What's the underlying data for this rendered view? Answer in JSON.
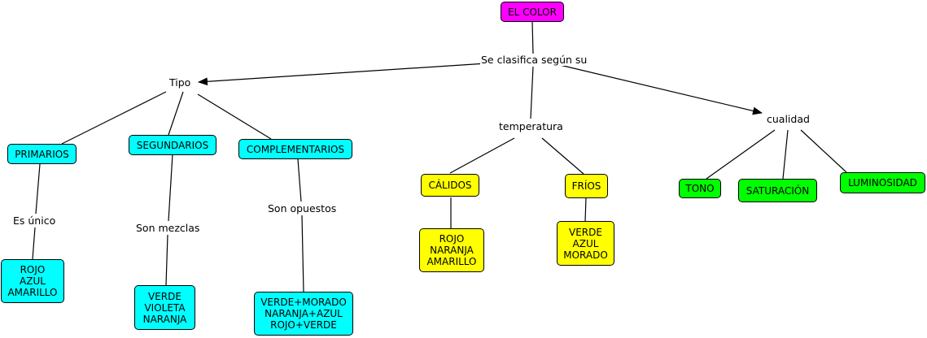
{
  "colors": {
    "root": "#ff00ff",
    "tipo_branch": "#00ffff",
    "temperatura_branch": "#ffff00",
    "cualidad_branch": "#00ff00",
    "lines": "#000000"
  },
  "concept_map": {
    "root": {
      "label": "EL COLOR"
    },
    "linking_phrase_root": "Se clasifica según su",
    "tipo": {
      "label": "Tipo",
      "primarios": {
        "label": "PRIMARIOS",
        "link": "Es único",
        "examples": "ROJO\nAZUL\nAMARILLO"
      },
      "segundarios": {
        "label": "SEGUNDARIOS",
        "link": "Son mezclas",
        "examples": "VERDE\nVIOLETA\nNARANJA"
      },
      "complementarios": {
        "label": "COMPLEMENTARIOS",
        "link": "Son opuestos",
        "examples": "VERDE+MORADO\nNARANJA+AZUL\nROJO+VERDE"
      }
    },
    "temperatura": {
      "label": "temperatura",
      "calidos": {
        "label": "CÁLIDOS",
        "examples": "ROJO\nNARANJA\nAMARILLO"
      },
      "frios": {
        "label": "FRÍOS",
        "examples": "VERDE\nAZUL\nMORADO"
      }
    },
    "cualidad": {
      "label": "cualidad",
      "tono": {
        "label": "TONO"
      },
      "saturacion": {
        "label": "SATURACIÓN"
      },
      "luminosidad": {
        "label": "LUMINOSIDAD"
      }
    }
  }
}
